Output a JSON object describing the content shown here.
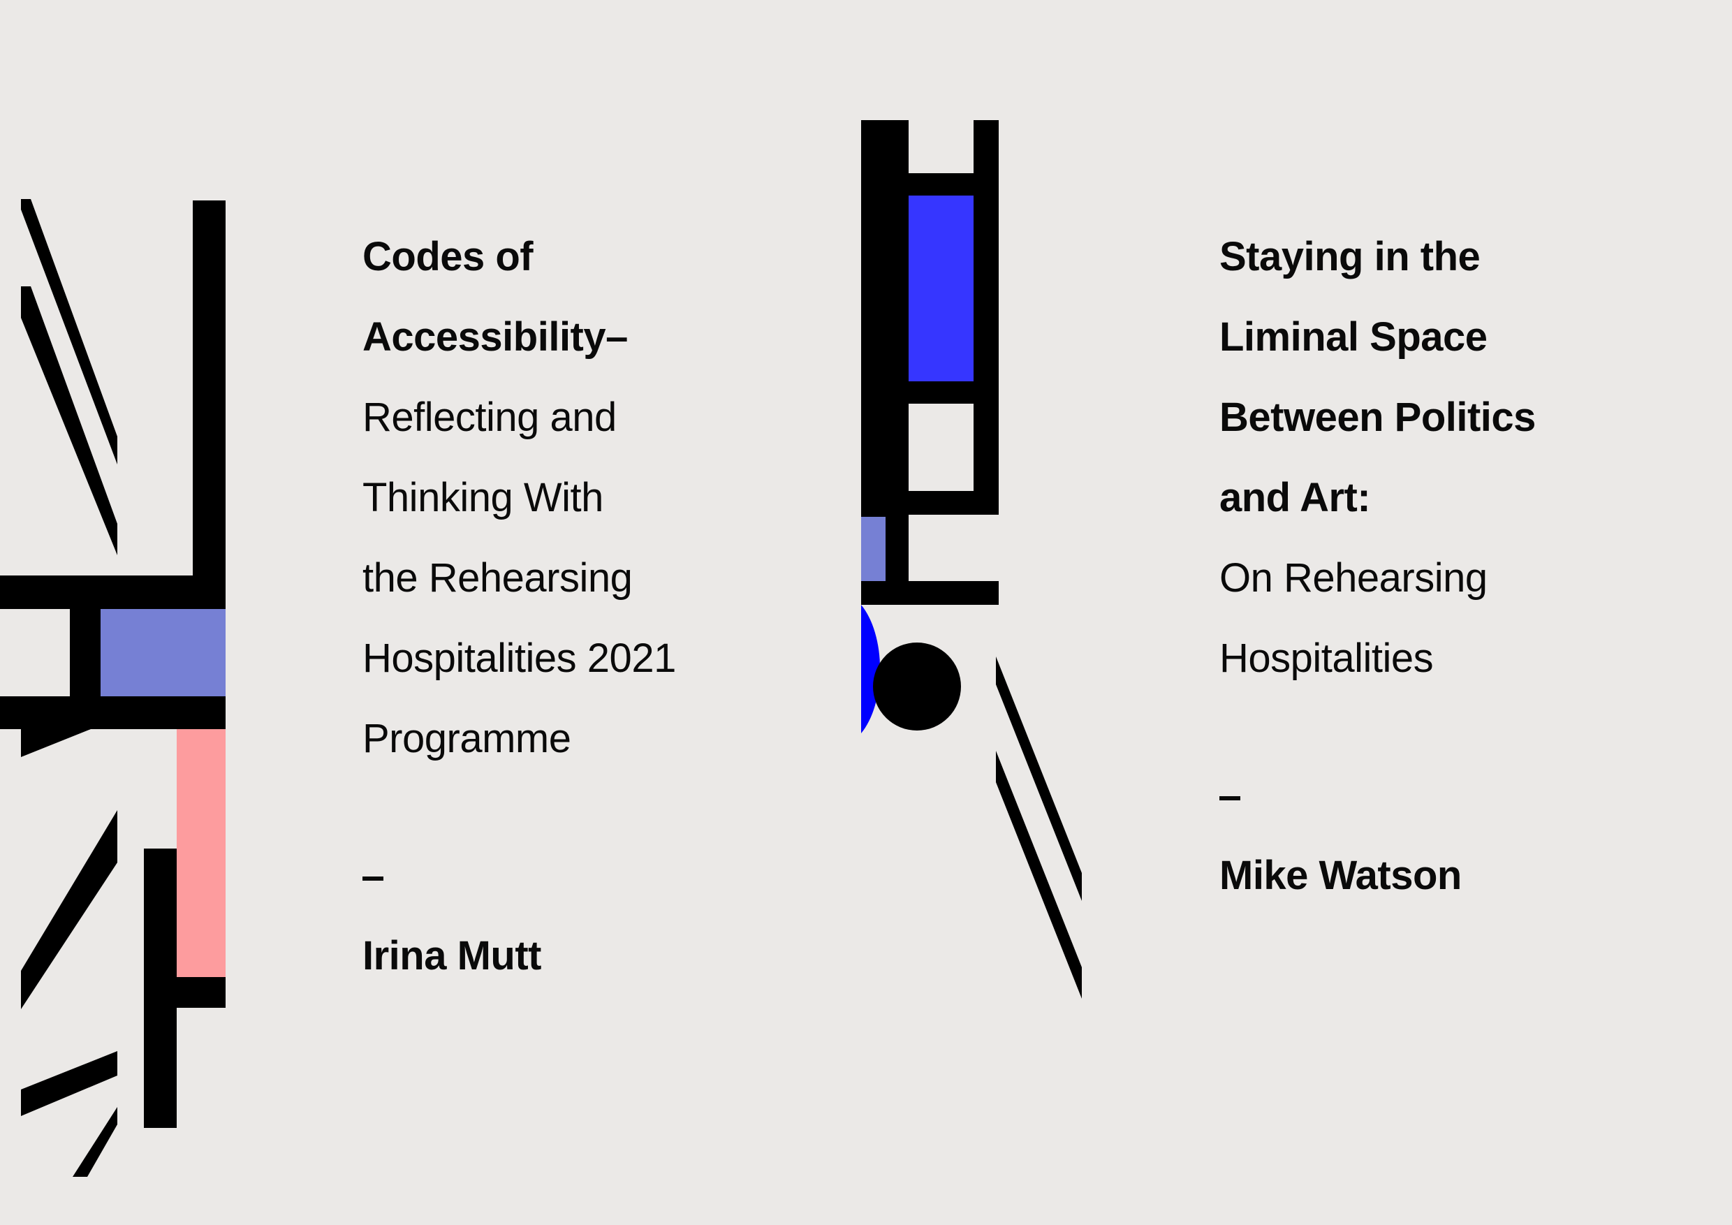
{
  "colors": {
    "background": "#ebe9e7",
    "ink": "#000000",
    "periwinkle": "#7680d4",
    "royal_blue": "#3636ff",
    "pure_blue": "#0000ff",
    "salmon_pink": "#fd9c9e"
  },
  "articles": [
    {
      "title_bold": [
        "Codes of",
        "Accessibility–"
      ],
      "subtitle": [
        "Reflecting and",
        "Thinking With",
        "the Rehearsing",
        "Hospitalities 2021",
        "Programme"
      ],
      "author": "Irina Mutt"
    },
    {
      "title_bold": [
        "Staying in the",
        "Liminal Space",
        "Between Politics",
        "and Art:"
      ],
      "subtitle": [
        "On Rehearsing",
        "Hospitalities"
      ],
      "author": "Mike Watson"
    }
  ]
}
